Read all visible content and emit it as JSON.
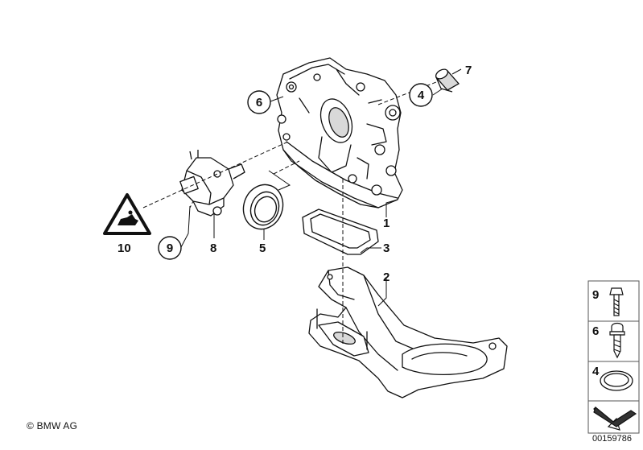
{
  "callouts": {
    "c1": "1",
    "c2": "2",
    "c3": "3",
    "c4": "4",
    "c5": "5",
    "c6": "6",
    "c7": "7",
    "c8": "8",
    "c9": "9",
    "c10": "10"
  },
  "side_panel": {
    "items": [
      {
        "number": "9",
        "icon": "bolt-icon"
      },
      {
        "number": "6",
        "icon": "bolt-icon"
      },
      {
        "number": "4",
        "icon": "seal-ring-icon"
      }
    ],
    "nav_icon": "arrow-icon"
  },
  "footer": {
    "copyright": "© BMW AG",
    "diagram_id": "00159786"
  },
  "colors": {
    "line": "#111111",
    "fill": "#ffffff",
    "shade": "#d9d9d9",
    "panel_border": "#555555"
  }
}
